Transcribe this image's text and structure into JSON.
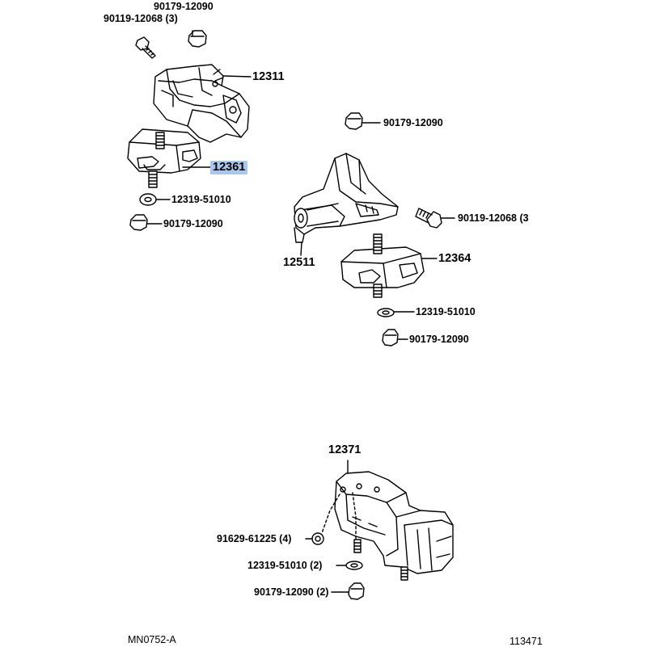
{
  "labels": {
    "p1_bolt": "90119-12068 (3)",
    "p1_nut_top": "90179-12090",
    "p1_bracket": "12311",
    "p1_insulator": "12361",
    "p1_washer": "12319-51010",
    "p1_nut_bottom": "90179-12090",
    "p2_nut_top": "90179-12090",
    "p2_bolt": "90119-12068 (3",
    "p2_bracket": "12511",
    "p2_insulator": "12364",
    "p2_washer": "12319-51010",
    "p2_nut_bottom": "90179-12090",
    "p3_mount": "12371",
    "p3_nut": "91629-61225 (4)",
    "p3_washer": "12319-51010 (2)",
    "p3_nut_bottom": "90179-12090 (2)"
  },
  "footer": {
    "left_code": "MN0752-A",
    "right_code": "113471"
  },
  "highlight_color": "#a9c6ec"
}
